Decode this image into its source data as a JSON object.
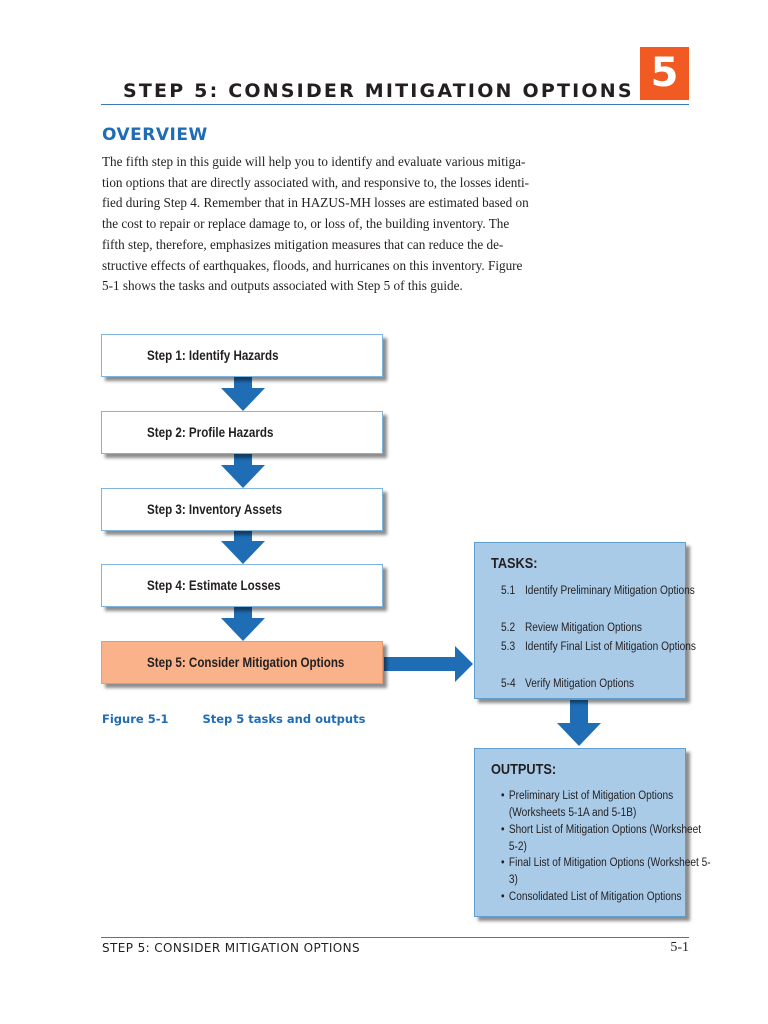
{
  "header": {
    "title": "STEP 5: CONSIDER MITIGATION OPTIONS",
    "chapter_number": "5"
  },
  "overview": {
    "heading": "OVERVIEW",
    "lines": [
      "The fifth step in this guide will help you to identify and evaluate various mitiga-",
      "tion options that are directly associated with, and responsive to, the losses identi-",
      "fied during Step 4. Remember that in HAZUS-MH losses are estimated based on",
      "the cost to repair or replace damage to, or loss of, the building inventory. The",
      "fifth step, therefore, emphasizes mitigation measures that can reduce the de-",
      "structive effects of earthquakes, floods, and hurricanes on this inventory. Figure",
      "5-1 shows the tasks and outputs associated with Step 5 of this guide."
    ]
  },
  "flow": {
    "steps": [
      {
        "label": "Step 1:  Identify Hazards",
        "active": false
      },
      {
        "label": "Step 2:  Profile Hazards",
        "active": false
      },
      {
        "label": "Step 3:  Inventory Assets",
        "active": false
      },
      {
        "label": "Step 4:  Estimate Losses",
        "active": false
      },
      {
        "label": "Step 5:  Consider Mitigation Options",
        "active": true
      }
    ],
    "colors": {
      "arrow": "#1f6db4",
      "active_step": "#f9b28a",
      "panel": "#a9cbe8"
    }
  },
  "tasks": {
    "heading": "TASKS:",
    "items": [
      {
        "num": "5.1",
        "text": "Identify Preliminary Mitigation Options"
      },
      {
        "num": "5.2",
        "text": "Review Mitigation Options"
      },
      {
        "num": "5.3",
        "text": "Identify Final List of Mitigation Options"
      },
      {
        "num": "5-4",
        "text": "Verify Mitigation Options"
      }
    ]
  },
  "outputs": {
    "heading": "OUTPUTS:",
    "items": [
      "Preliminary List of Mitigation Options (Worksheets 5-1A and 5-1B)",
      "Short List of Mitigation Options (Worksheet 5-2)",
      "Final List of Mitigation Options (Worksheet 5-3)",
      "Consolidated List of Mitigation Options"
    ]
  },
  "figure": {
    "number": "Figure 5-1",
    "title": "Step 5 tasks and outputs"
  },
  "footer": {
    "section": "STEP 5: CONSIDER MITIGATION OPTIONS",
    "page_number": "5-1"
  }
}
